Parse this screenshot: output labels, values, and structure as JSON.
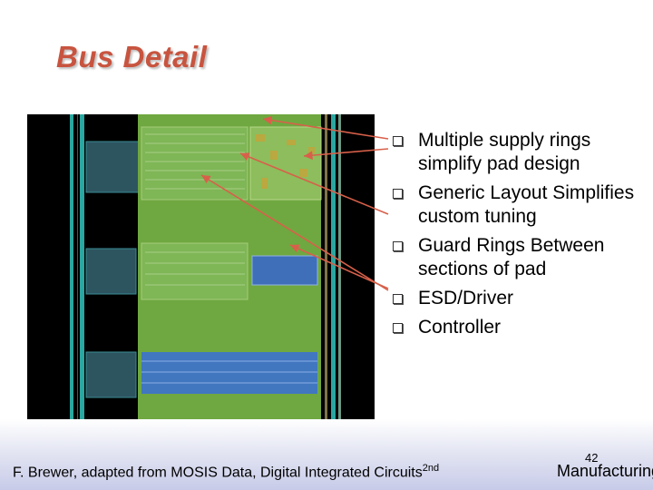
{
  "slide": {
    "title": "Bus Detail"
  },
  "bullets": [
    "Multiple supply rings simplify pad design",
    "Generic Layout Simplifies custom tuning",
    "Guard Rings Between sections of pad",
    "ESD/Driver",
    "Controller"
  ],
  "footer": {
    "credit": "F. Brewer, adapted from MOSIS Data, Digital Integrated Circuits",
    "credit_superscript": "2nd",
    "page_number": "42",
    "section": "Manufacturing"
  },
  "colors": {
    "title": "#c8543f",
    "arrow": "#d8604a",
    "layout_background": "#000000",
    "layout_green": "#6fa840",
    "layout_blue": "#3a6fd6"
  },
  "icons": {
    "bullet": "hollow-square-icon"
  }
}
